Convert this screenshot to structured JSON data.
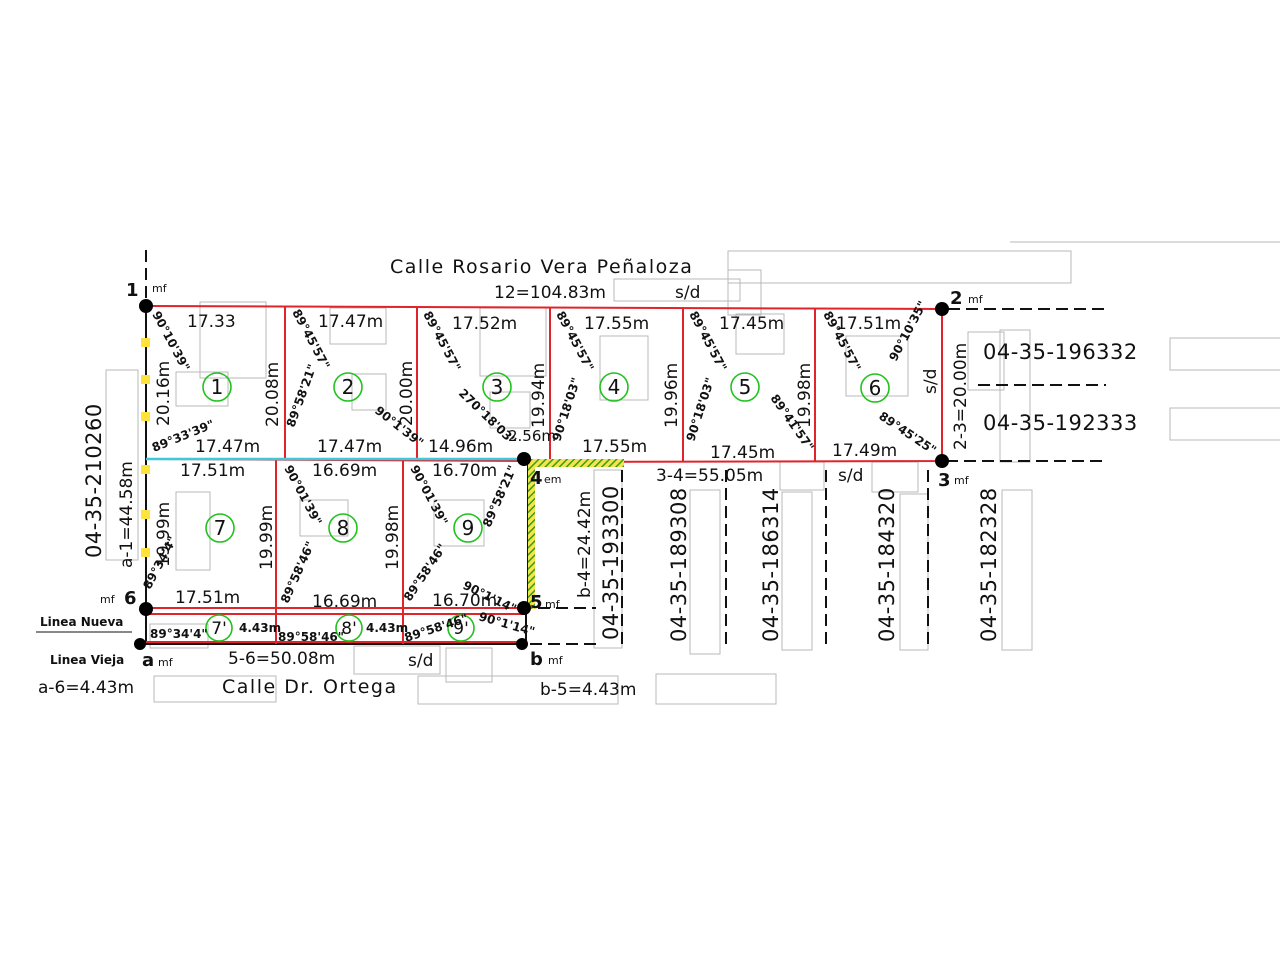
{
  "streets": {
    "top": "Calle Rosario Vera Peñaloza",
    "bottom": "Calle Dr. Ortega"
  },
  "dimensions": {
    "side_1_2": "12=104.83m",
    "side_2_3": "2-3=20.00m",
    "side_3_4": "3-4=55.05m",
    "side_b_4": "b-4=24.42m",
    "side_5_6": "5-6=50.08m",
    "side_a_1": "a-1=44.58m",
    "side_a_6": "a-6=4.43m",
    "side_b_5": "b-5=4.43m",
    "top_row": [
      "17.33",
      "17.47m",
      "17.52m",
      "17.55m",
      "17.45m",
      "17.51m"
    ],
    "mid_upper": [
      "17.47m",
      "17.47m",
      "14.96m",
      "2.56m",
      "17.55m",
      "17.45m",
      "17.49m"
    ],
    "mid_lower": [
      "17.51m",
      "16.69m",
      "16.70m"
    ],
    "bottom_row": [
      "17.51m",
      "16.69m",
      "16.70m"
    ],
    "strip_widths": [
      "4.43m",
      "4.43m"
    ],
    "vertical": [
      "20.16m",
      "20.08m",
      "20.00m",
      "19.94m",
      "19.96m",
      "19.98m",
      "19.99m",
      "19.99m",
      "19.98m"
    ]
  },
  "angles": {
    "a1": "90°10'39\"",
    "a2": "89°33'39\"",
    "a3": "89°45'57\"",
    "a4": "89°58'21\"",
    "a5": "90°1'39\"",
    "a6": "89°45'57\"",
    "a7": "270°18'03\"",
    "a8": "89°45'57\"",
    "a9": "90°18'03\"",
    "a10": "89°45'57\"",
    "a11": "90°18'03\"",
    "a12": "89°41'57\"",
    "a13": "89°45'57\"",
    "a14": "90°10'35\"",
    "a15": "89°45'25\"",
    "a16": "90°01'39\"",
    "a17": "89°58'46\"",
    "a18": "90°01'39\"",
    "a19": "89°58'21\"",
    "a20": "89°58'46\"",
    "a21": "90°1'14\"",
    "a22": "89°34'4\"",
    "a23": "89°34'4\"",
    "a24": "89°58'46\"",
    "a25": "89°58'46\"",
    "a26": "90°1'14\""
  },
  "points": {
    "p1": "1",
    "p2": "2",
    "p3": "3",
    "p4": "4",
    "p5": "5",
    "p6": "6",
    "pa": "a",
    "pb": "b",
    "mf": "mf",
    "em": "em"
  },
  "lots": {
    "upper": [
      "1",
      "2",
      "3",
      "4",
      "5",
      "6"
    ],
    "lower": [
      "7",
      "8",
      "9"
    ],
    "strip": [
      "7'",
      "8'",
      "9'"
    ]
  },
  "neighbors": {
    "sd": "s/d",
    "left": "04-35-210260",
    "right_top": "04-35-196332",
    "right_mid": "04-35-192333",
    "below": [
      "04-35-193300",
      "04-35-189308",
      "04-35-186314",
      "04-35-184320",
      "04-35-182328"
    ]
  },
  "lines": {
    "nueva": "Linea Nueva",
    "vieja": "Linea Vieja"
  },
  "colors": {
    "boundary": "#e0242c",
    "lot_circle": "#21c21f",
    "old_line": "#3ec8d8",
    "hatch": "#3d9a1c",
    "marker": "#ffe23a"
  }
}
